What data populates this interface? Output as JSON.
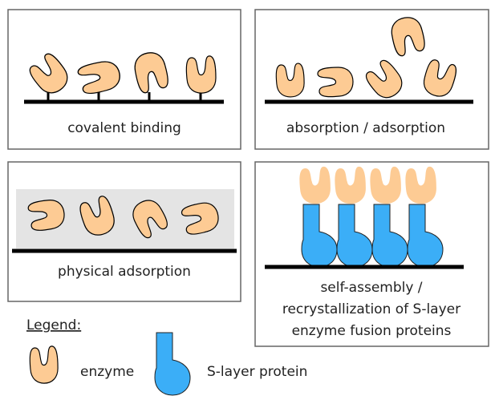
{
  "panels": [
    {
      "caption": "covalent binding"
    },
    {
      "caption": "absorption / adsorption"
    },
    {
      "caption": "physical adsorption"
    },
    {
      "caption_lines": [
        "self-assembly /",
        "recrystallization of S-layer",
        "enzyme fusion proteins"
      ]
    }
  ],
  "legend": {
    "title": "Legend:",
    "enzyme_label": "enzyme",
    "slayer_label": "S-layer protein"
  },
  "colors": {
    "enzyme": "#FDCB94",
    "slayer": "#3BAEF7",
    "surface_box": "#E4E4E4"
  }
}
